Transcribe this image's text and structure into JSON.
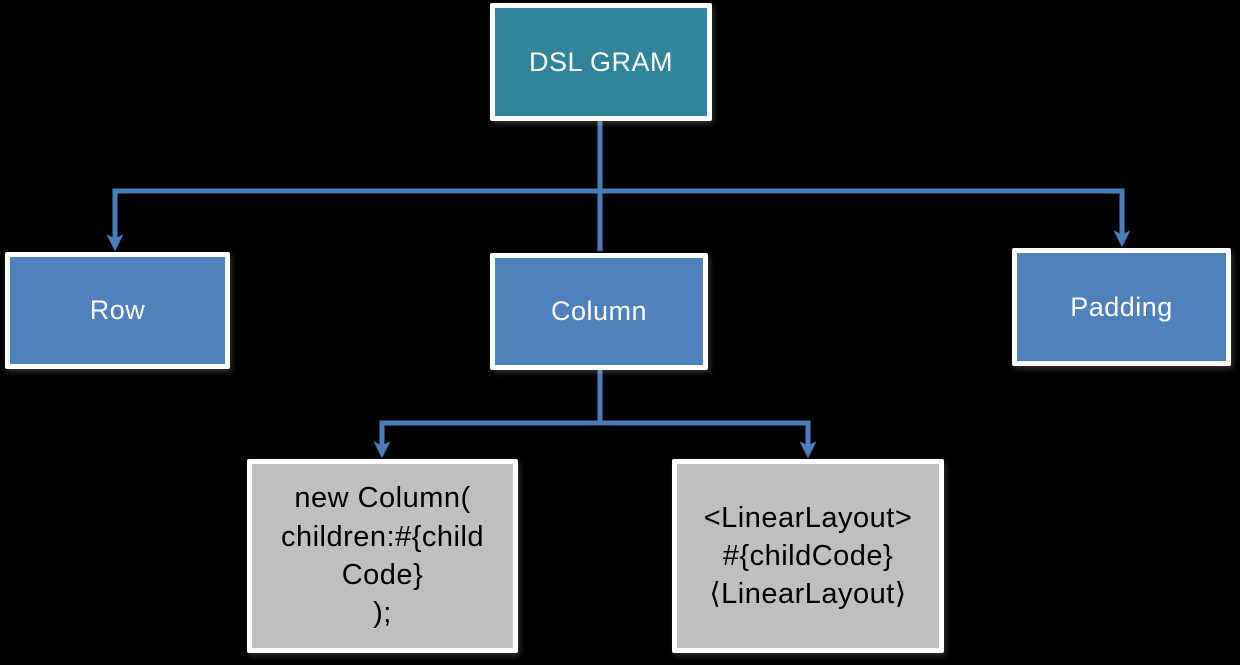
{
  "diagram": {
    "title": "DSL GRAM hierarchy diagram",
    "background_color": "#000000",
    "connector_color": "#4A7EBB",
    "node_border_color": "#FFFFFF",
    "nodes": {
      "root": {
        "label": "DSL GRAM",
        "fill": "#31859B",
        "text_color": "#FFFFFF"
      },
      "row": {
        "label": "Row",
        "fill": "#4F81BD",
        "text_color": "#FFFFFF"
      },
      "column": {
        "label": "Column",
        "fill": "#4F81BD",
        "text_color": "#FFFFFF"
      },
      "padding": {
        "label": "Padding",
        "fill": "#4F81BD",
        "text_color": "#FFFFFF"
      },
      "dart_code": {
        "lines": [
          "new Column(",
          "children:#{child",
          "Code}",
          ");"
        ],
        "fill": "#BFBFBF",
        "text_color": "#000000"
      },
      "xml_code": {
        "lines": [
          "<LinearLayout>",
          "#{childCode}",
          "⟨LinearLayout⟩"
        ],
        "fill": "#BFBFBF",
        "text_color": "#000000"
      }
    },
    "edges": [
      {
        "from": "root",
        "to": "row",
        "arrow": true
      },
      {
        "from": "root",
        "to": "column",
        "arrow": false
      },
      {
        "from": "root",
        "to": "padding",
        "arrow": true
      },
      {
        "from": "column",
        "to": "dart_code",
        "arrow": true
      },
      {
        "from": "column",
        "to": "xml_code",
        "arrow": true
      }
    ]
  }
}
